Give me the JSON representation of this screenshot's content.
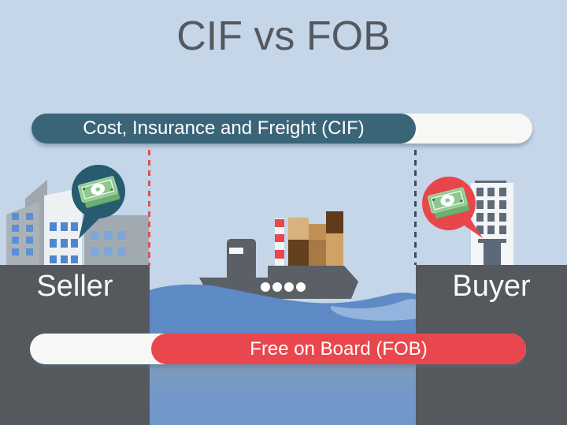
{
  "title": {
    "text": "CIF vs FOB"
  },
  "banners": {
    "cif": {
      "label": "Cost, Insurance and Freight (CIF)",
      "fill_color": "#3a6478",
      "track_color": "#f7f8f5"
    },
    "fob": {
      "label": "Free on Board (FOB)",
      "fill_color": "#e9474d",
      "track_color": "#f7f8f5"
    }
  },
  "zones": {
    "seller": {
      "label": "Seller"
    },
    "buyer": {
      "label": "Buyer"
    }
  },
  "boundaries": {
    "seller_line_color": "#e0514f",
    "buyer_line_color": "#3e4c5e"
  },
  "icons": [
    "money-icon",
    "speech-bubble-icon",
    "seller-buildings-icon",
    "buyer-building-icon",
    "cargo-ship-icon",
    "water-icon"
  ],
  "palette": {
    "background": "#c5d6e9",
    "title_text": "#54595f",
    "ground_block": "#55585c",
    "water_main": "#5e8ac5",
    "water_light": "#93b4dc",
    "bubble_teal": "#265b70",
    "bubble_red": "#e8464b",
    "money_green": "#8cc88d",
    "window_blue": "#5c8fd3"
  }
}
